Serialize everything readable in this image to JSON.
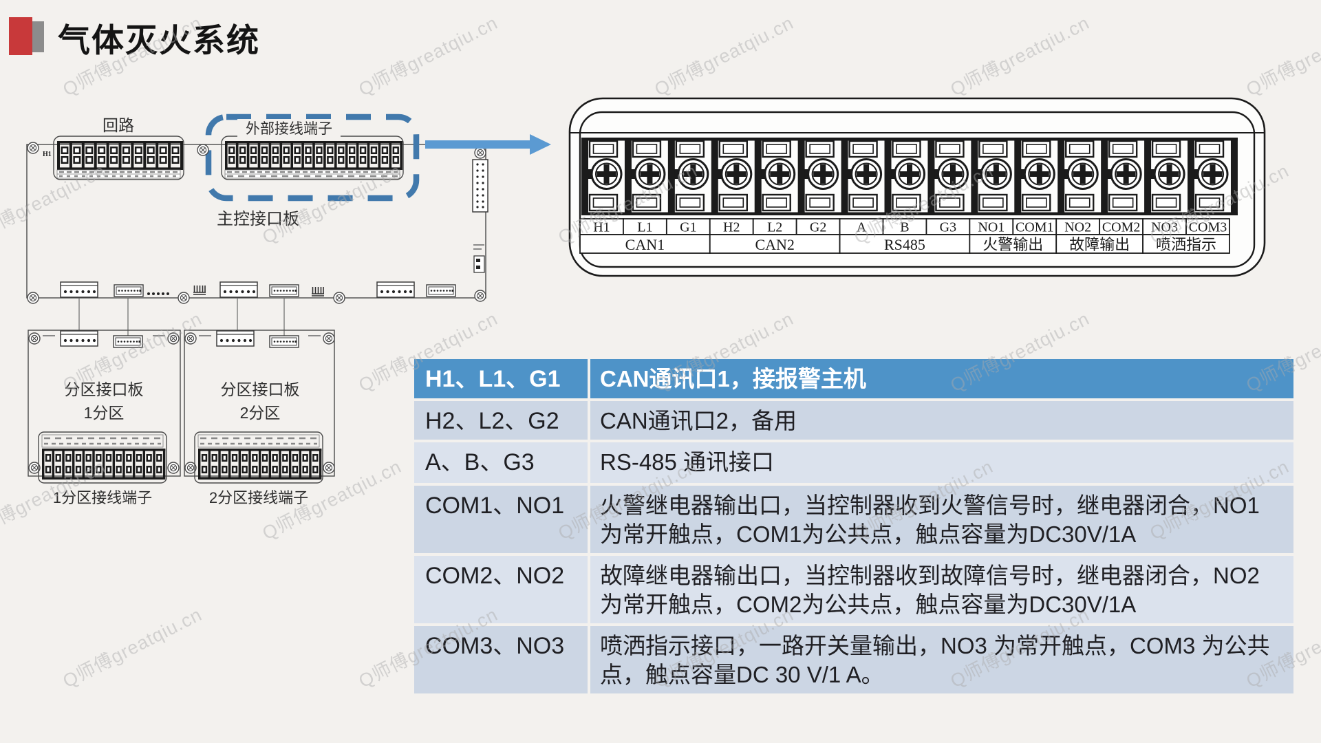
{
  "title": "气体灭火系统",
  "watermark": "Q师傅greatqiu.cn",
  "board_diagram": {
    "loop_label": "回路",
    "external_terminal_label": "外部接线端子",
    "main_board_label": "主控接口板",
    "h1_label": "H1",
    "zone1": {
      "board_label": "分区接口板",
      "zone_label": "1分区",
      "terminal_label": "1分区接线端子"
    },
    "zone2": {
      "board_label": "分区接口板",
      "zone_label": "2分区",
      "terminal_label": "2分区接线端子"
    }
  },
  "terminal_block": {
    "terminals": [
      "H1",
      "L1",
      "G1",
      "H2",
      "L2",
      "G2",
      "A",
      "B",
      "G3",
      "NO1",
      "COM1",
      "NO2",
      "COM2",
      "NO3",
      "COM3"
    ],
    "groups": [
      {
        "label": "CAN1",
        "span": 3
      },
      {
        "label": "CAN2",
        "span": 3
      },
      {
        "label": "RS485",
        "span": 3
      },
      {
        "label": "火警输出",
        "span": 2
      },
      {
        "label": "故障输出",
        "span": 2
      },
      {
        "label": "喷洒指示",
        "span": 2
      }
    ]
  },
  "table": {
    "header": {
      "terminal": "H1、L1、G1",
      "description": "CAN通讯口1，接报警主机"
    },
    "rows": [
      {
        "terminal": "H2、L2、G2",
        "description": "CAN通讯口2，备用"
      },
      {
        "terminal": "A、B、G3",
        "description": "RS-485 通讯接口"
      },
      {
        "terminal": "COM1、NO1",
        "description": "火警继电器输出口，当控制器收到火警信号时，继电器闭合，NO1为常开触点，COM1为公共点，触点容量为DC30V/1A"
      },
      {
        "terminal": "COM2、NO2",
        "description": "故障继电器输出口，当控制器收到故障信号时，继电器闭合，NO2为常开触点，COM2为公共点，触点容量为DC30V/1A"
      },
      {
        "terminal": "COM3、NO3",
        "description": "喷洒指示接口，一路开关量输出，NO3 为常开触点，COM3 为公共点，触点容量DC 30 V/1 A。"
      }
    ]
  },
  "colors": {
    "header_blue": "#4e93c8",
    "row_dark": "#ccd6e4",
    "row_light": "#dbe2ed",
    "dashed_blue": "#4179ac",
    "arrow_blue": "#5b9ad2",
    "accent_red": "#c8393a",
    "accent_gray": "#8c8c8c"
  }
}
